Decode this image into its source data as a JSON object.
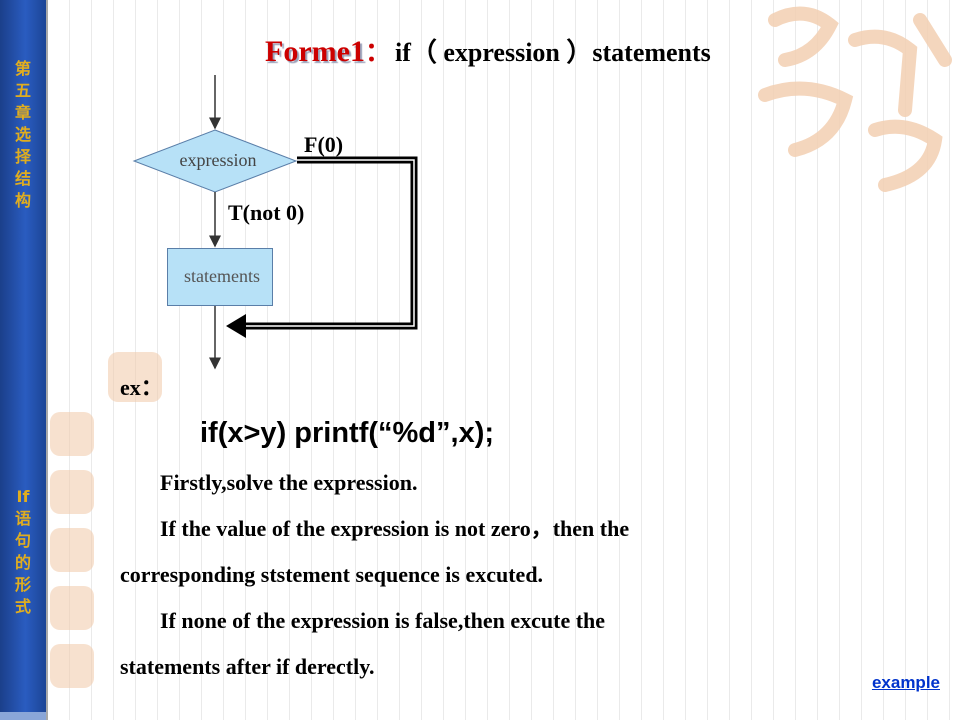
{
  "sidebar": {
    "top_chars": [
      "第",
      "五",
      "章",
      "选",
      "择",
      "结",
      "构"
    ],
    "bottom_chars": [
      "If",
      "语",
      "句",
      "的",
      "形",
      "式"
    ]
  },
  "title": {
    "forme": "Forme1",
    "colon": "：",
    "rest": "if（ expression ）statements"
  },
  "flowchart": {
    "condition_label": "expression",
    "body_label": "statements",
    "false_label": "F(0)",
    "true_label": "T(not 0)"
  },
  "example": {
    "label": "ex：",
    "code": "if(x>y)    printf(“%d”,x);",
    "line1": "Firstly,solve the expression.",
    "line2": "If the value of the expression is not zero，then the",
    "line3": "corresponding ststement sequence is excuted.",
    "line4": "If none of the expression is false,then excute the",
    "line5": "statements after if derectly."
  },
  "link": {
    "label": "example"
  },
  "colors": {
    "sidebar": "#2a5cc0",
    "sidebar_text": "#e0ad1f",
    "title_accent": "#cc0000",
    "link": "#0033cc",
    "box_fill": "#b7e1f7"
  }
}
